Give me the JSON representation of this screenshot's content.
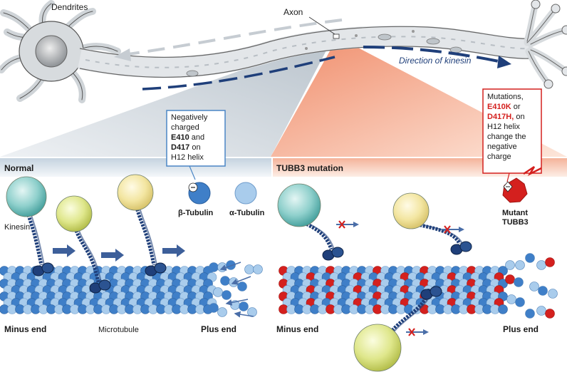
{
  "labels": {
    "dendrites": "Dendrites",
    "axon": "Axon",
    "direction_of_kinesin": "Direction of kinesin",
    "normal": "Normal",
    "tubb3_mutation": "TUBB3 mutation",
    "kinesin": "Kinesin",
    "beta_tubulin": "β-Tubulin",
    "alpha_tubulin": "α-Tubulin",
    "minus_end": "Minus end",
    "microtubule": "Microtubule",
    "plus_end": "Plus end",
    "mutant_line1": "Mutant",
    "mutant_line2": "TUBB3"
  },
  "callout_normal": {
    "l1": "Negatively",
    "l2": "charged",
    "l3_bold": "E410",
    "l3_rest": " and",
    "l4_bold": "D417",
    "l4_rest": " on",
    "l5": "H12 helix"
  },
  "callout_mutant": {
    "l1": "Mutations,",
    "l2_red": "E410K",
    "l2_rest": " or",
    "l3_red": "D417H,",
    "l3_rest": " on",
    "l4": "H12 helix",
    "l5": "change the",
    "l6": "negative",
    "l7": "charge"
  },
  "colors": {
    "tubulin_dark": "#3f7fc8",
    "tubulin_light": "#a9ccec",
    "mutant_red": "#d4201e",
    "kinesin_navy": "#1f3f7a",
    "head_teal": "#7cc8c4",
    "head_yellow": "#e0e48a",
    "head_pale_yellow": "#f2e6a0",
    "direction_arrow": "#1f3f7a",
    "normal_band": "#cfdbe6",
    "mutant_band": "#f6c1a8"
  }
}
